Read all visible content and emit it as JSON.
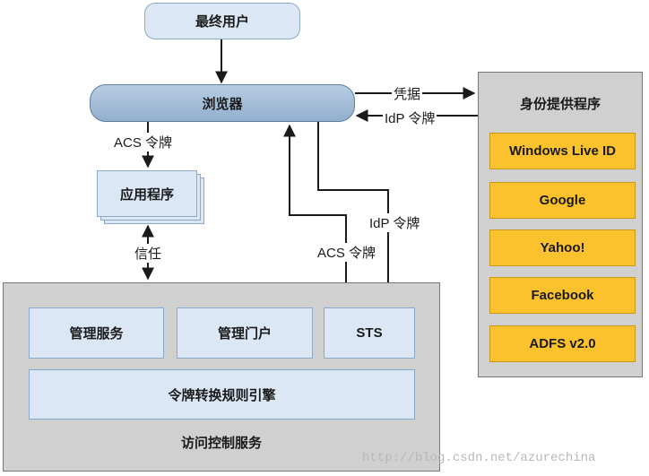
{
  "nodes": {
    "end_user": "最终用户",
    "browser": "浏览器",
    "application": "应用程序",
    "identity_providers": "身份提供程序",
    "mgmt_service": "管理服务",
    "mgmt_portal": "管理门户",
    "sts": "STS",
    "token_rules": "令牌转换规则引擎",
    "acs": "访问控制服务"
  },
  "providers": [
    "Windows Live ID",
    "Google",
    "Yahoo!",
    "Facebook",
    "ADFS v2.0"
  ],
  "edge_labels": {
    "credentials": "凭据",
    "idp_token_back": "IdP 令牌",
    "acs_token_app": "ACS 令牌",
    "trust": "信任",
    "idp_token_sts": "IdP 令牌",
    "acs_token_sts": "ACS 令牌"
  },
  "watermark": "http://blog.csdn.net/azurechina",
  "colors": {
    "light_blue_fill": "#dbe7f4",
    "light_blue_border": "#8da9c8",
    "browser_fill": "#a3bdd8",
    "gray_panel": "#d0d0d0",
    "provider_fill": "#fbc22e",
    "provider_border": "#c99a1a"
  }
}
